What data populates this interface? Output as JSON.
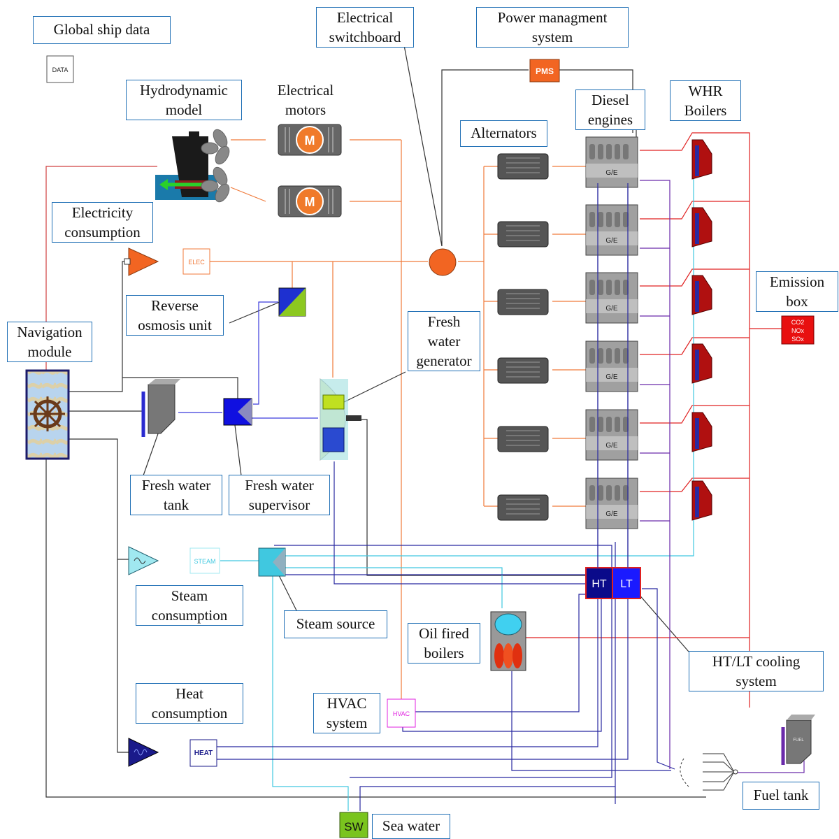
{
  "labels": {
    "global_ship_data": "Global ship data",
    "electrical_switchboard": "Electrical\nswitchboard",
    "power_management_system": "Power managment\nsystem",
    "hydrodynamic_model": "Hydrodynamic\nmodel",
    "electrical_motors": "Electrical\nmotors",
    "diesel_engines": "Diesel\nengines",
    "whr_boilers": "WHR\nBoilers",
    "alternators": "Alternators",
    "electricity_consumption": "Electricity\nconsumption",
    "reverse_osmosis_unit": "Reverse\nosmosis unit",
    "navigation_module": "Navigation\nmodule",
    "fresh_water_generator": "Fresh\nwater\ngenerator",
    "emission_box": "Emission\nbox",
    "fresh_water_tank": "Fresh water\ntank",
    "fresh_water_supervisor": "Fresh water\nsupervisor",
    "steam_consumption": "Steam\nconsumption",
    "steam_source": "Steam source",
    "oil_fired_boilers": "Oil fired\nboilers",
    "ht_lt_cooling_system": "HT/LT cooling\nsystem",
    "heat_consumption": "Heat\nconsumption",
    "hvac_system": "HVAC\nsystem",
    "fuel_tank": "Fuel tank",
    "sea_water": "Sea water"
  },
  "blocks": {
    "data": "DATA",
    "pms": "PMS",
    "elec": "ELEC",
    "steam": "STEAM",
    "heat": "HEAT",
    "hvac": "HVAC",
    "sw": "SW",
    "fuel": "FUEL",
    "ht": "HT",
    "lt": "LT",
    "ge": "G/E",
    "motor": "M",
    "emission": [
      "CO2",
      "NOx",
      "SOx"
    ]
  },
  "colors": {
    "label_border": "#1f6fb5",
    "electric": "#f07a3a",
    "pms": "#f26522",
    "ht_water": "#1a1a8c",
    "lt_water": "#2a2aff",
    "fresh_water": "#3b3bdc",
    "steam": "#40c8e0",
    "exhaust": "#e02020",
    "fuel": "#6a2a9a",
    "control": "#333333",
    "sea_water": "#7ac41e",
    "emission": "#e81010"
  }
}
